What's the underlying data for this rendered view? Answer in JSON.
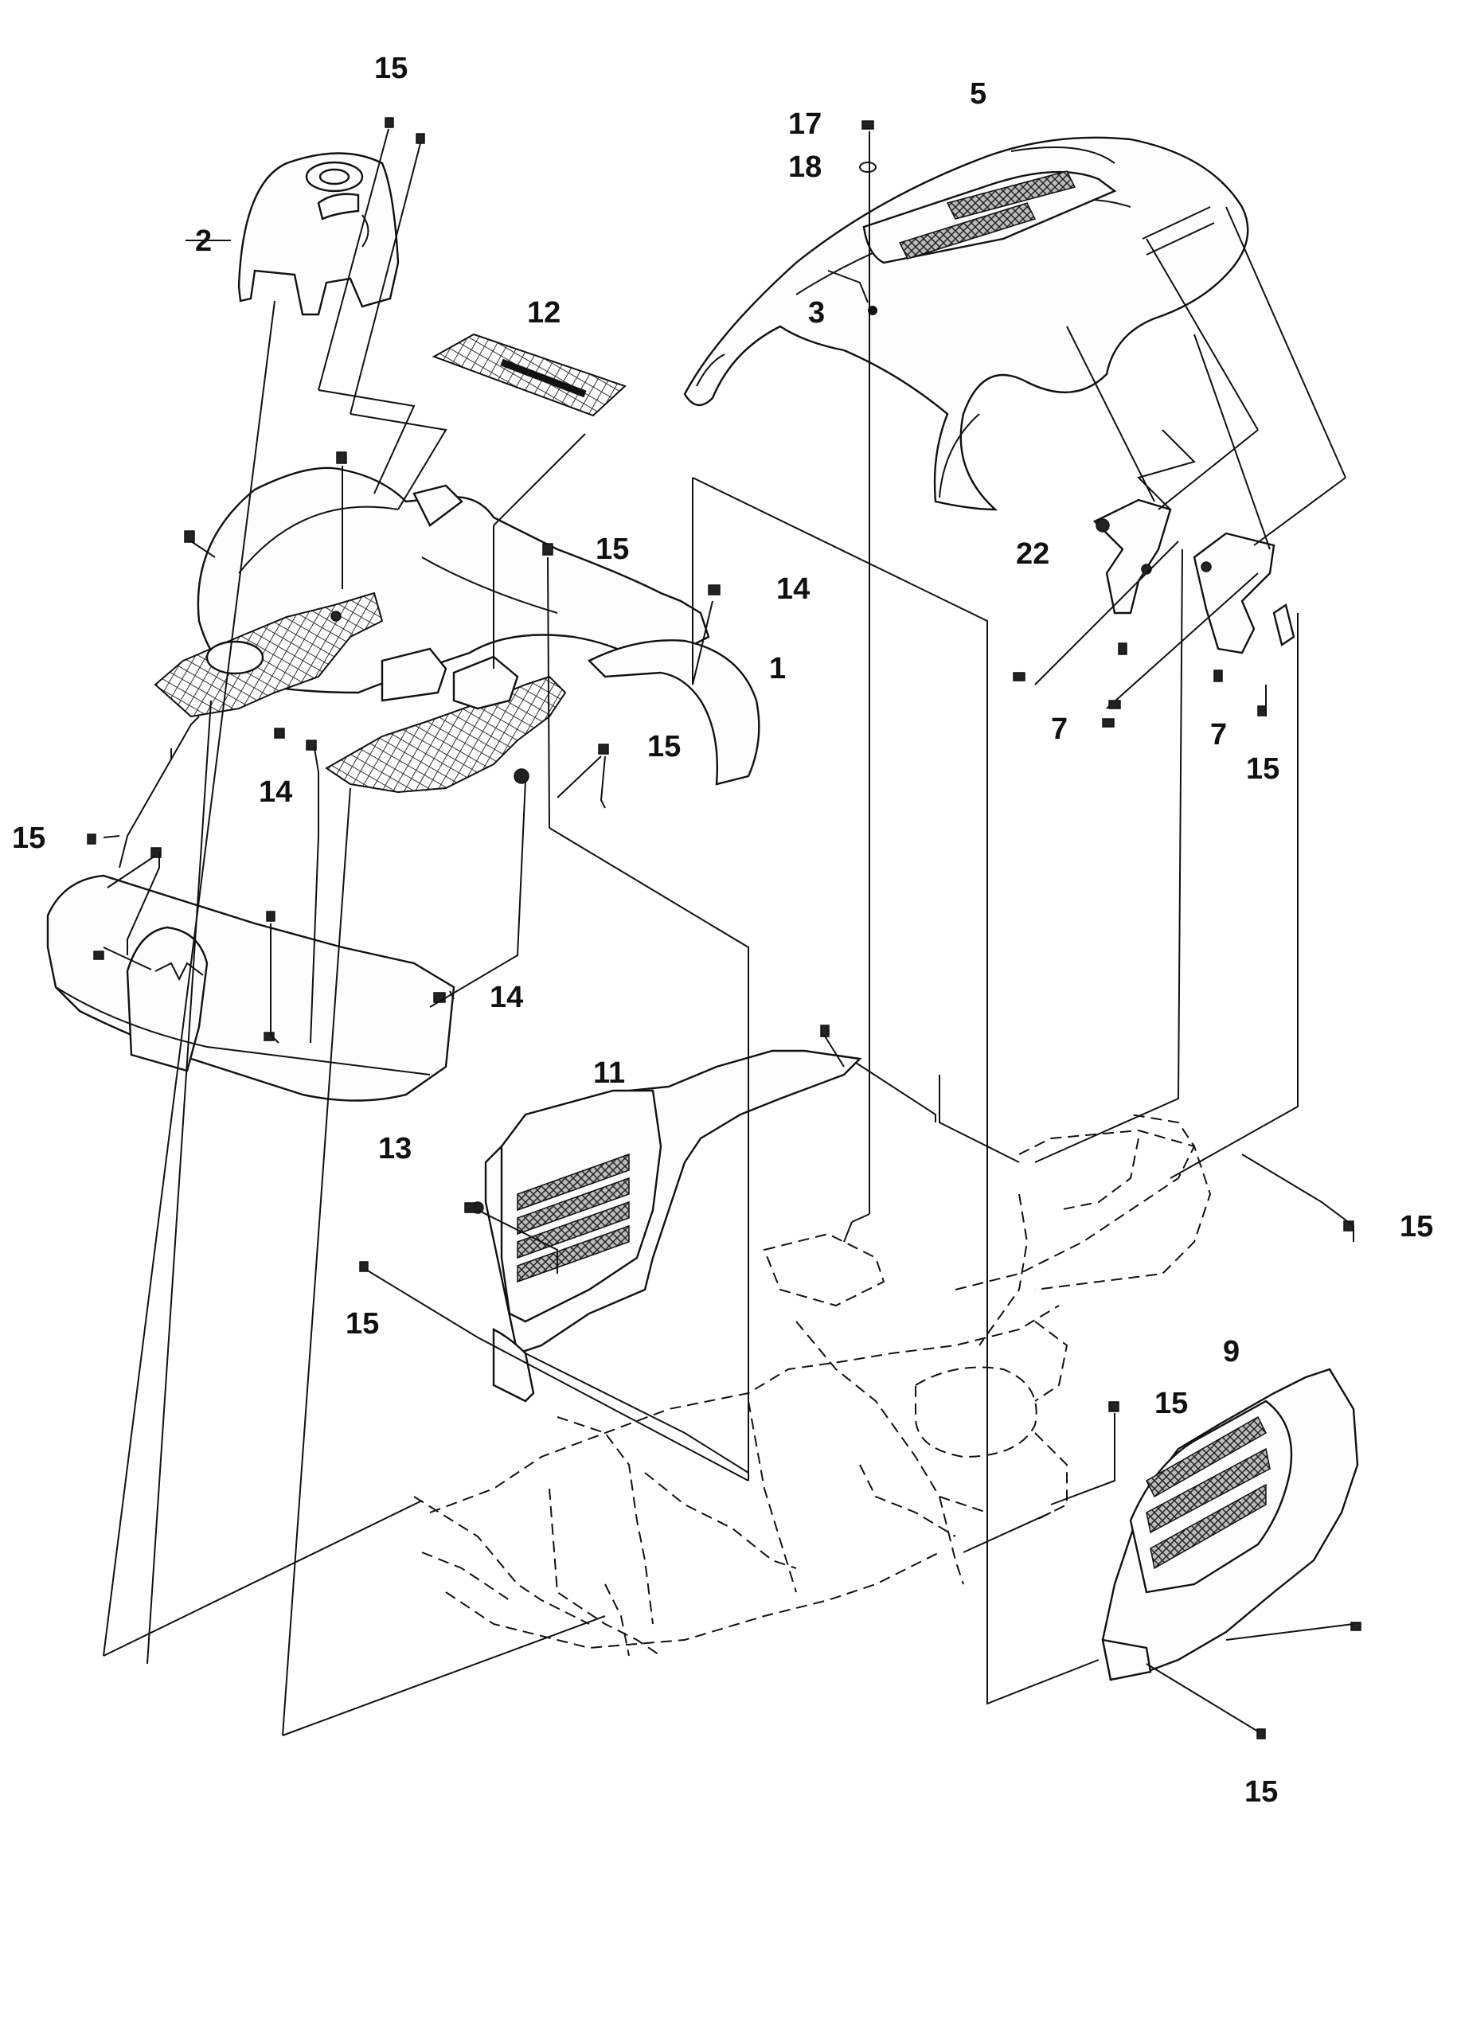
{
  "diagram": {
    "callouts": [
      {
        "id": "c-15-top",
        "text": "15"
      },
      {
        "id": "c-2",
        "text": "2"
      },
      {
        "id": "c-12",
        "text": "12"
      },
      {
        "id": "c-17",
        "text": "17"
      },
      {
        "id": "c-5",
        "text": "5"
      },
      {
        "id": "c-18",
        "text": "18"
      },
      {
        "id": "c-3",
        "text": "3"
      },
      {
        "id": "c-22",
        "text": "22"
      },
      {
        "id": "c-15-mid",
        "text": "15"
      },
      {
        "id": "c-14-a",
        "text": "14"
      },
      {
        "id": "c-1",
        "text": "1"
      },
      {
        "id": "c-15-fender",
        "text": "15"
      },
      {
        "id": "c-14-b",
        "text": "14"
      },
      {
        "id": "c-15-left",
        "text": "15"
      },
      {
        "id": "c-7-a",
        "text": "7"
      },
      {
        "id": "c-7-b",
        "text": "7"
      },
      {
        "id": "c-15-bracket",
        "text": "15"
      },
      {
        "id": "c-14-c",
        "text": "14"
      },
      {
        "id": "c-11",
        "text": "11"
      },
      {
        "id": "c-13",
        "text": "13"
      },
      {
        "id": "c-15-right",
        "text": "15"
      },
      {
        "id": "c-15-grille-left",
        "text": "15"
      },
      {
        "id": "c-9",
        "text": "9"
      },
      {
        "id": "c-15-grille-right",
        "text": "15"
      },
      {
        "id": "c-15-bottom",
        "text": "15"
      }
    ]
  }
}
